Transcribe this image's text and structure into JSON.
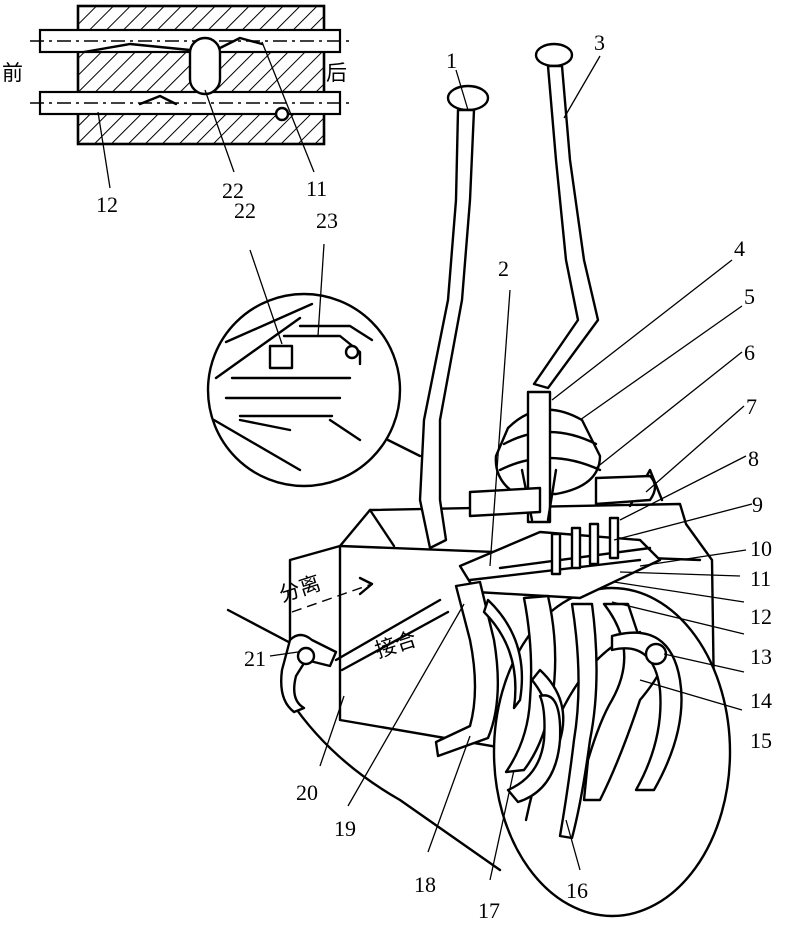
{
  "inset_labels": {
    "front": "前",
    "back": "后",
    "n12": "12",
    "n22": "22",
    "n11": "11"
  },
  "detail_labels": {
    "n22": "22",
    "n23": "23"
  },
  "direction_labels": {
    "disengage": "分离",
    "engage": "接合"
  },
  "part_numbers": [
    "1",
    "2",
    "3",
    "4",
    "5",
    "6",
    "7",
    "8",
    "9",
    "10",
    "11",
    "12",
    "13",
    "14",
    "15",
    "16",
    "17",
    "18",
    "19",
    "20",
    "21"
  ]
}
